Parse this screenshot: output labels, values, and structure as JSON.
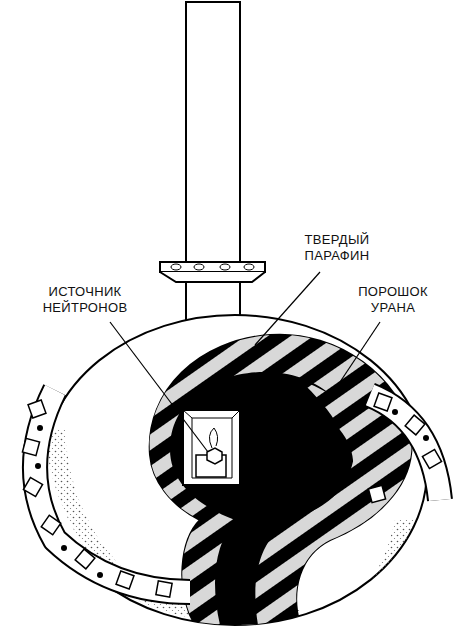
{
  "diagram": {
    "labels": [
      "ТВЕРДЫЙ ПАРАФИН",
      "ИСТОЧНИК НЕЙТРОНОВ",
      "ПОРОШОК УРАНА"
    ]
  }
}
